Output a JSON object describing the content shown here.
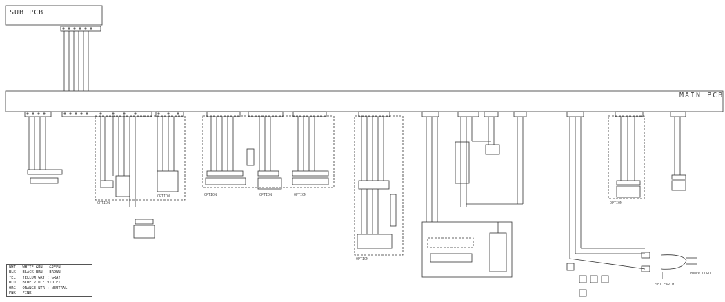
{
  "boards": {
    "sub_pcb": "SUB PCB",
    "main_pcb": "MAIN PCB"
  },
  "legend": [
    "WHT : WHITE  GRN : GREEN",
    "BLK : BLACK  BRN : BROWN",
    "YEL : YELLOW GRY : GRAY",
    "BLU : BLUE   VIO : VIOLET",
    "ORG : ORANGE NTR : NEUTRAL",
    "PNK : PINK"
  ],
  "components": {
    "power_cord": "POWER CORD",
    "earth": "SET EARTH",
    "option_labels": [
      "OPTION",
      "OPTION",
      "OPTION",
      "OPTION",
      "OPTION",
      "OPTION",
      "OPTION"
    ]
  }
}
